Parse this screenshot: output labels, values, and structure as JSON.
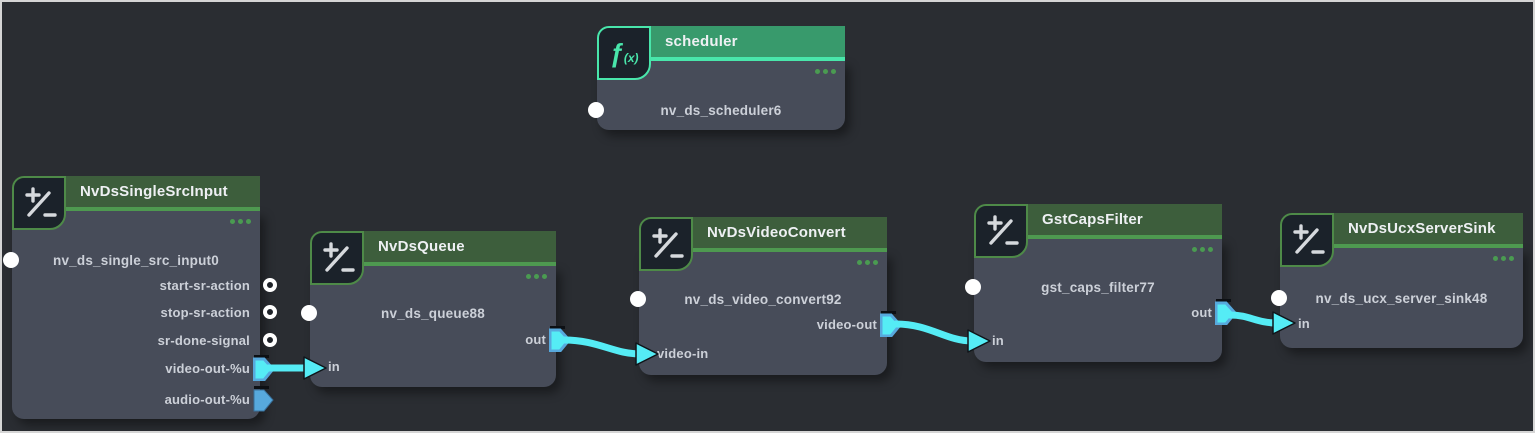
{
  "colors": {
    "canvas_bg": "#2a2d32",
    "frame": "#d5d5d5",
    "node_body": "#474c59",
    "scheduler_header": "#389a6c",
    "scheduler_accent": "#49e6ab",
    "element_header": "#3d5e3c",
    "element_accent": "#4e9950",
    "element_icon_border": "#4e8a48",
    "icon_box_bg": "#1b222a",
    "dots_green": "#4a9b51",
    "wire_cyan": "#55ecf5",
    "port_steel_blue": "#57a9dd",
    "port_white": "#ffffff",
    "title_text": "#eef0f3",
    "label_text": "#ccd0d8"
  },
  "icons": {
    "fx_f": "ƒ",
    "fx_x": "(x)"
  },
  "nodes": [
    {
      "title": "scheduler",
      "instance": "nv_ds_scheduler6"
    },
    {
      "title": "NvDsSingleSrcInput",
      "instance": "nv_ds_single_src_input0",
      "ports": {
        "start": "start-sr-action",
        "stop": "stop-sr-action",
        "done": "sr-done-signal",
        "video_out": "video-out-%u",
        "audio_out": "audio-out-%u"
      }
    },
    {
      "title": "NvDsQueue",
      "instance": "nv_ds_queue88",
      "ports": {
        "out": "out",
        "in": "in"
      }
    },
    {
      "title": "NvDsVideoConvert",
      "instance": "nv_ds_video_convert92",
      "ports": {
        "out": "video-out",
        "in": "video-in"
      }
    },
    {
      "title": "GstCapsFilter",
      "instance": "gst_caps_filter77",
      "ports": {
        "out": "out",
        "in": "in"
      }
    },
    {
      "title": "NvDsUcxServerSink",
      "instance": "nv_ds_ucx_server_sink48",
      "ports": {
        "in": "in"
      }
    }
  ],
  "connections": [
    {
      "from": "NvDsSingleSrcInput.video-out-%u",
      "to": "NvDsQueue.in"
    },
    {
      "from": "NvDsQueue.out",
      "to": "NvDsVideoConvert.video-in"
    },
    {
      "from": "NvDsVideoConvert.video-out",
      "to": "GstCapsFilter.in"
    },
    {
      "from": "GstCapsFilter.out",
      "to": "NvDsUcxServerSink.in"
    }
  ]
}
